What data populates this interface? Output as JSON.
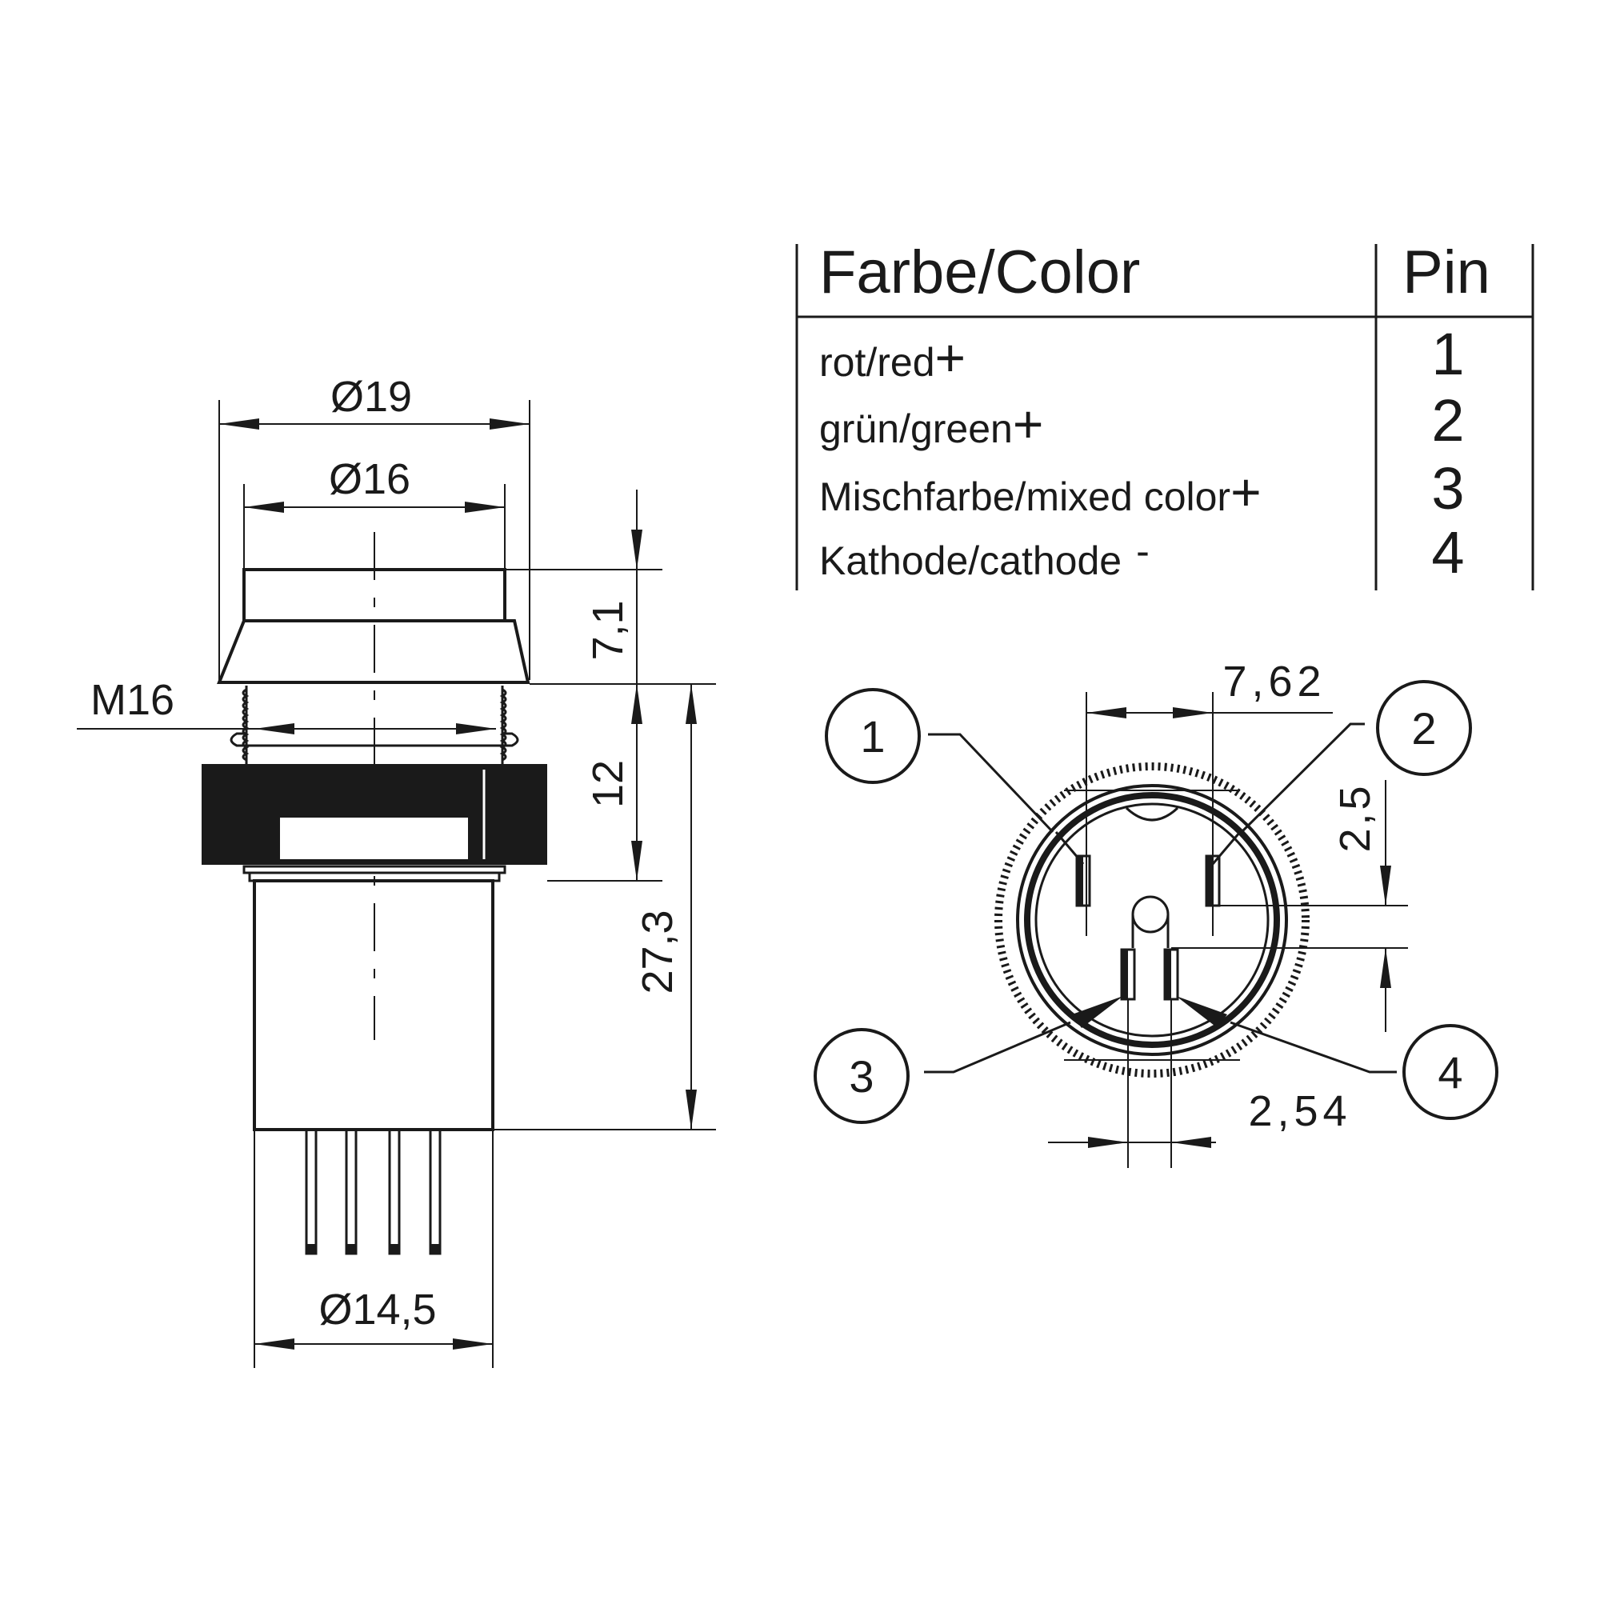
{
  "side_view": {
    "dim_outer_diameter": "Ø19",
    "dim_bezel_diameter": "Ø16",
    "dim_thread": "M16",
    "dim_bezel_height": "7,1",
    "dim_thread_length": "12",
    "dim_total_length": "27,3",
    "dim_body_diameter": "Ø14,5"
  },
  "pin_table": {
    "header_color": "Farbe/Color",
    "header_pin": "Pin",
    "rows": [
      {
        "color": "rot/red",
        "polarity": "+",
        "pin": "1"
      },
      {
        "color": "grün/green",
        "polarity": "+",
        "pin": "2"
      },
      {
        "color": "Mischfarbe/mixed color",
        "polarity": "+",
        "pin": "3"
      },
      {
        "color": "Kathode/cathode",
        "polarity": "-",
        "pin": "4"
      }
    ]
  },
  "front_view": {
    "dim_pin_spacing_wide": "7,62",
    "dim_row_offset": "2,5",
    "dim_pin_spacing_narrow": "2,54",
    "callouts": [
      "1",
      "2",
      "3",
      "4"
    ]
  },
  "colors": {
    "ink": "#1a1a1a",
    "background": "#ffffff"
  }
}
